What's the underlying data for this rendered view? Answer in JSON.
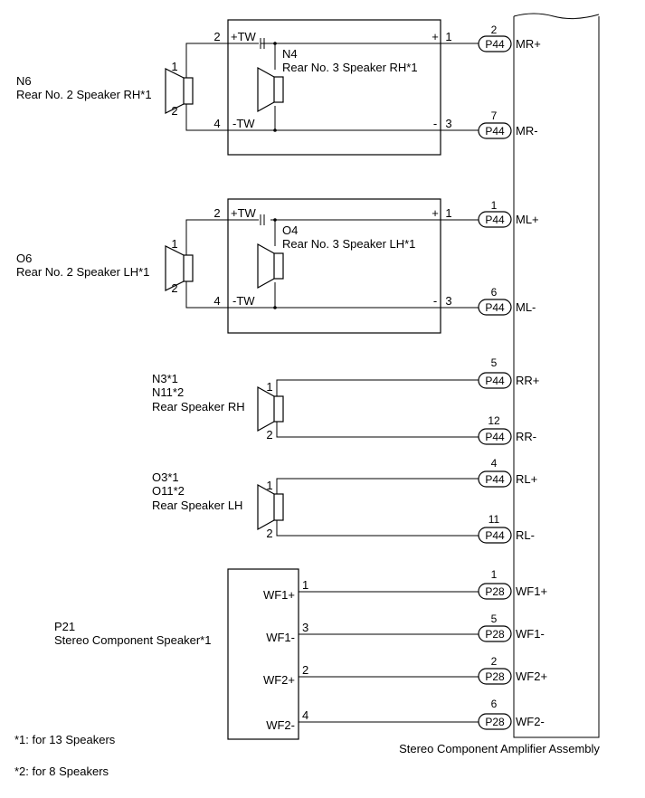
{
  "amplifier": {
    "name": "Stereo Component Amplifier Assembly",
    "pins": [
      {
        "num": "2",
        "conn": "P44",
        "label": "MR+"
      },
      {
        "num": "7",
        "conn": "P44",
        "label": "MR-"
      },
      {
        "num": "1",
        "conn": "P44",
        "label": "ML+"
      },
      {
        "num": "6",
        "conn": "P44",
        "label": "ML-"
      },
      {
        "num": "5",
        "conn": "P44",
        "label": "RR+"
      },
      {
        "num": "12",
        "conn": "P44",
        "label": "RR-"
      },
      {
        "num": "4",
        "conn": "P44",
        "label": "RL+"
      },
      {
        "num": "11",
        "conn": "P44",
        "label": "RL-"
      },
      {
        "num": "1",
        "conn": "P28",
        "label": "WF1+"
      },
      {
        "num": "5",
        "conn": "P28",
        "label": "WF1-"
      },
      {
        "num": "2",
        "conn": "P28",
        "label": "WF2+"
      },
      {
        "num": "6",
        "conn": "P28",
        "label": "WF2-"
      }
    ]
  },
  "tw_box_rh": {
    "code": "N4",
    "name": "Rear No. 3 Speaker RH*1",
    "left_pos_pin": "2",
    "left_pos_label": "+TW",
    "left_neg_pin": "4",
    "left_neg_label": "-TW",
    "right_pos_sign": "+",
    "right_pos_pin": "1",
    "right_neg_sign": "-",
    "right_neg_pin": "3"
  },
  "tw_box_lh": {
    "code": "O4",
    "name": "Rear No. 3 Speaker LH*1",
    "left_pos_pin": "2",
    "left_pos_label": "+TW",
    "left_neg_pin": "4",
    "left_neg_label": "-TW",
    "right_pos_sign": "+",
    "right_pos_pin": "1",
    "right_neg_sign": "-",
    "right_neg_pin": "3"
  },
  "speaker_n6": {
    "code": "N6",
    "name": "Rear No. 2 Speaker RH*1",
    "pin_top": "1",
    "pin_bottom": "2"
  },
  "speaker_o6": {
    "code": "O6",
    "name": "Rear No. 2 Speaker LH*1",
    "pin_top": "1",
    "pin_bottom": "2"
  },
  "speaker_rear_rh": {
    "code1": "N3*1",
    "code2": "N11*2",
    "name": "Rear Speaker RH",
    "pin_top": "1",
    "pin_bottom": "2"
  },
  "speaker_rear_lh": {
    "code1": "O3*1",
    "code2": "O11*2",
    "name": "Rear Speaker LH",
    "pin_top": "1",
    "pin_bottom": "2"
  },
  "component_speaker": {
    "code": "P21",
    "name": "Stereo Component Speaker*1",
    "terminals": [
      {
        "label": "WF1+",
        "pin": "1"
      },
      {
        "label": "WF1-",
        "pin": "3"
      },
      {
        "label": "WF2+",
        "pin": "2"
      },
      {
        "label": "WF2-",
        "pin": "4"
      }
    ]
  },
  "notes": {
    "note1": "*1: for 13 Speakers",
    "note2": "*2: for 8 Speakers"
  }
}
